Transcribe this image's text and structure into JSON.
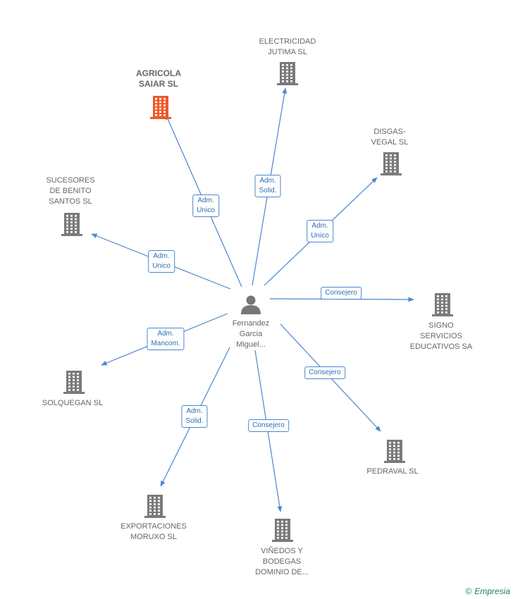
{
  "colors": {
    "edge": "#4a86cf",
    "building": "#7a7a7a",
    "building_highlight": "#ee5a2a",
    "person": "#777777"
  },
  "person": {
    "icon": "person-icon",
    "lines": [
      "Fernandez",
      "Garcia",
      "Miguel..."
    ]
  },
  "companies": [
    {
      "id": "electricidad",
      "lines": [
        "ELECTRICIDAD",
        "JUTIMA SL"
      ],
      "highlight": false,
      "icon": "building-icon"
    },
    {
      "id": "agricola",
      "lines": [
        "AGRICOLA",
        "SAIAR SL"
      ],
      "highlight": true,
      "icon": "building-icon"
    },
    {
      "id": "disgas",
      "lines": [
        "DISGAS-",
        "VEGAL  SL"
      ],
      "highlight": false,
      "icon": "building-icon"
    },
    {
      "id": "sucesores",
      "lines": [
        "SUCESORES",
        "DE BENITO",
        "SANTOS SL"
      ],
      "highlight": false,
      "icon": "building-icon"
    },
    {
      "id": "signo",
      "lines": [
        "SIGNO",
        "SERVICIOS",
        "EDUCATIVOS SA"
      ],
      "highlight": false,
      "icon": "building-icon"
    },
    {
      "id": "solquegan",
      "lines": [
        "SOLQUEGAN SL"
      ],
      "highlight": false,
      "icon": "building-icon"
    },
    {
      "id": "pedraval",
      "lines": [
        "PEDRAVAL SL"
      ],
      "highlight": false,
      "icon": "building-icon"
    },
    {
      "id": "exportaciones",
      "lines": [
        "EXPORTACIONES",
        "MORUXO SL"
      ],
      "highlight": false,
      "icon": "building-icon"
    },
    {
      "id": "vinedos",
      "lines": [
        "VIÑEDOS Y",
        "BODEGAS",
        "DOMINIO DE..."
      ],
      "highlight": false,
      "icon": "building-icon"
    }
  ],
  "relations": [
    {
      "target": "electricidad",
      "lines": [
        "Adm.",
        "Solid."
      ]
    },
    {
      "target": "agricola",
      "lines": [
        "Adm.",
        "Unico"
      ]
    },
    {
      "target": "disgas",
      "lines": [
        "Adm.",
        "Unico"
      ]
    },
    {
      "target": "sucesores",
      "lines": [
        "Adm.",
        "Unico"
      ]
    },
    {
      "target": "signo",
      "lines": [
        "Consejero"
      ]
    },
    {
      "target": "solquegan",
      "lines": [
        "Adm.",
        "Mancom."
      ]
    },
    {
      "target": "pedraval",
      "lines": [
        "Consejero"
      ]
    },
    {
      "target": "exportaciones",
      "lines": [
        "Adm.",
        "Solid."
      ]
    },
    {
      "target": "vinedos",
      "lines": [
        "Consejero"
      ]
    }
  ],
  "brand": {
    "copyright": "©",
    "name": "Empresia"
  }
}
